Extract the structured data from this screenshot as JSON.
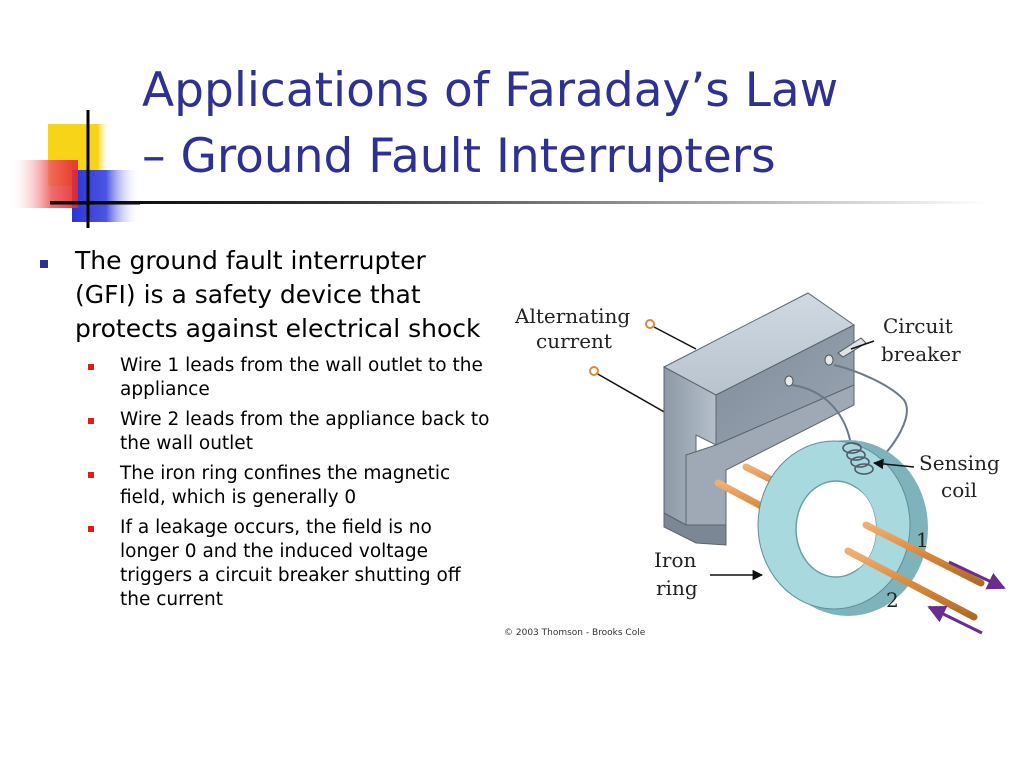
{
  "slide": {
    "title_line1": "Applications of Faraday’s Law",
    "title_line2": "– Ground Fault Interrupters"
  },
  "bullets": {
    "main": "The ground fault interrupter (GFI) is a safety device that protects against electrical shock",
    "subs": [
      "Wire 1 leads from the wall outlet to the appliance",
      "Wire 2 leads from the appliance back to the wall outlet",
      "The iron ring confines the magnetic field, which is generally 0",
      "If a leakage occurs, the field is no longer 0 and the induced voltage triggers a circuit breaker shutting off the current"
    ]
  },
  "figure": {
    "label_alternating_1": "Alternating",
    "label_alternating_2": "current",
    "label_breaker_1": "Circuit",
    "label_breaker_2": "breaker",
    "label_sensing_1": "Sensing",
    "label_sensing_2": "coil",
    "label_iron_1": "Iron",
    "label_iron_2": "ring",
    "label_wire1": "1",
    "label_wire2": "2",
    "credit": "© 2003 Thomson - Brooks Cole"
  },
  "colors": {
    "title": "#2e3192",
    "bullet_main": "#2e3192",
    "bullet_sub": "#e41b13",
    "deco_yellow": "#f7d417",
    "deco_blue": "#2b35d6",
    "deco_red": "#e5262a",
    "block": "#a7b3c0",
    "ring": "#a7d9df",
    "wire": "#d9893d",
    "arrow": "#6a2c8f"
  }
}
